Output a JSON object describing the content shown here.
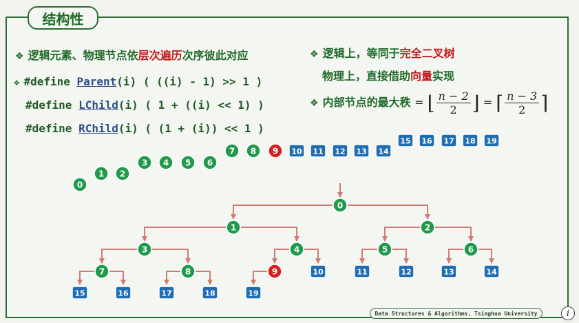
{
  "title": "结构性",
  "left": {
    "line1": {
      "a": "逻辑元素、物理节点依",
      "b": "层次遍历",
      "c": "次序彼此对应"
    },
    "code1": {
      "pre": "#define  ",
      "fn": "Parent",
      "post": "(i) ( ((i) - 1) >> 1 )"
    },
    "code2": {
      "pre": "#define  ",
      "fn": "LChild",
      "post": "(i) ( 1 + ((i) << 1) )"
    },
    "code3": {
      "pre": "#define  ",
      "fn": "RChild",
      "post": "(i) ( (1 + (i)) << 1 )"
    }
  },
  "right": {
    "line1": {
      "a": "逻辑上，等同于",
      "b": "完全二叉树"
    },
    "line2": {
      "a": "物理上，直接借助",
      "b": "向量",
      "c": "实现"
    },
    "line3": {
      "a": "内部节点的最大秩",
      "eq": "=",
      "num1": "n − 2",
      "den1": "2",
      "num2": "n − 3",
      "den2": "2"
    }
  },
  "diagram": {
    "vector_labels": [
      "0",
      "1",
      "2",
      "3",
      "4",
      "5",
      "6",
      "7",
      "8",
      "9",
      "10",
      "11",
      "12",
      "13",
      "14",
      "15",
      "16",
      "17",
      "18",
      "19"
    ],
    "tree_edges": [
      [
        0,
        1
      ],
      [
        0,
        2
      ],
      [
        1,
        3
      ],
      [
        1,
        4
      ],
      [
        2,
        5
      ],
      [
        2,
        6
      ],
      [
        3,
        7
      ],
      [
        3,
        8
      ],
      [
        4,
        9
      ],
      [
        4,
        10
      ],
      [
        5,
        11
      ],
      [
        5,
        12
      ],
      [
        6,
        13
      ],
      [
        6,
        14
      ],
      [
        7,
        15
      ],
      [
        7,
        16
      ],
      [
        8,
        17
      ],
      [
        8,
        18
      ],
      [
        9,
        19
      ]
    ],
    "internal_color": "#1f9a4a",
    "leaf_color": "#1f6db3",
    "highlight_color": "#d81e1e",
    "highlight_node": "9",
    "edge_color": "#d27a74"
  },
  "footer": "Data Structures & Algorithms, Tsinghua University",
  "info_icon": "i"
}
